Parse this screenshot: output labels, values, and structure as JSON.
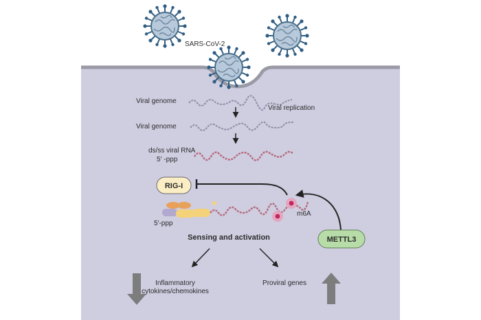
{
  "figure": {
    "virus_label": "SARS-CoV-2",
    "genome_label_1": "Viral genome",
    "genome_label_2": "Viral genome",
    "replication_label": "Viral replication",
    "rna_label_line1": "ds/ss viral RNA",
    "rna_label_line2": "5' -ppp",
    "rigi_label": "RIG-I",
    "m6a_label": "m6A",
    "ppp_label": "5'-ppp",
    "sensing_label": "Sensing and activation",
    "mettl3_label": "METTL3",
    "inflammatory_line1": "Inflammatory",
    "inflammatory_line2": "cytokines/chemokines",
    "proviral_label": "Proviral genes"
  },
  "colors": {
    "cell_background": "#cfcde0",
    "membrane": "#9a9aa6",
    "virus_body": "#b7c9da",
    "virus_outline": "#4a6f8a",
    "spike": "#2f5d84",
    "rna_red": "#b46a7c",
    "rigi_fill": "#fbeec4",
    "mettl3_fill": "#b7dca7",
    "m6a_dot": "#c0265d",
    "arrow": "#222222",
    "big_arrow": "#7d7d7d"
  },
  "icons": [
    "virus-icon",
    "rig-i-protein-icon",
    "m6a-mark-icon",
    "down-arrow-icon",
    "up-arrow-icon"
  ]
}
